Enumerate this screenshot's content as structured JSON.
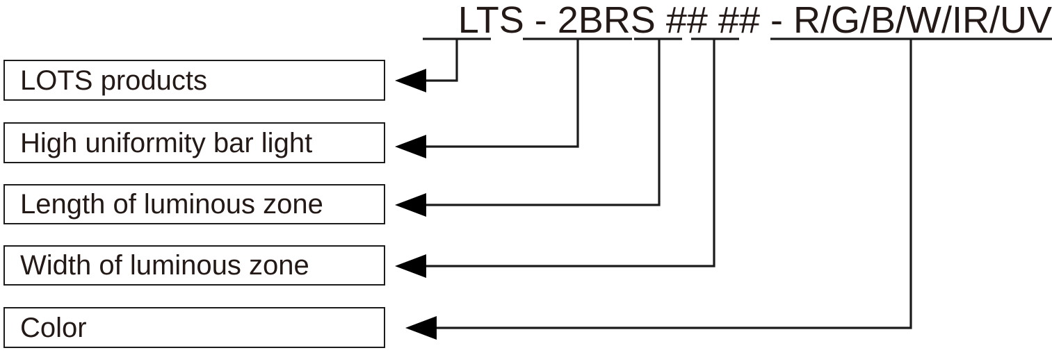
{
  "diagram": {
    "title_code": {
      "full": "LTS - 2BRS ## ## - R/G/B/W/IR/UV",
      "segments": [
        {
          "id": "lots",
          "text": "LTS"
        },
        {
          "id": "dash1",
          "text": " - "
        },
        {
          "id": "series",
          "text": "2BRS"
        },
        {
          "id": "space1",
          "text": " "
        },
        {
          "id": "length",
          "text": "##"
        },
        {
          "id": "space2",
          "text": " "
        },
        {
          "id": "width",
          "text": "##"
        },
        {
          "id": "dash2",
          "text": " - "
        },
        {
          "id": "color",
          "text": "R/G/B/W/IR/UV"
        }
      ]
    },
    "labels": [
      {
        "id": "lots-products",
        "text": "LOTS products"
      },
      {
        "id": "bar-light",
        "text": "High uniformity bar light"
      },
      {
        "id": "length-zone",
        "text": "Length of luminous zone"
      },
      {
        "id": "width-zone",
        "text": "Width of luminous zone"
      },
      {
        "id": "color",
        "text": "Color"
      }
    ],
    "colors": {
      "text": "#231916",
      "line": "#1b1b1b",
      "arrow": "#000000",
      "background": "#ffffff"
    }
  }
}
